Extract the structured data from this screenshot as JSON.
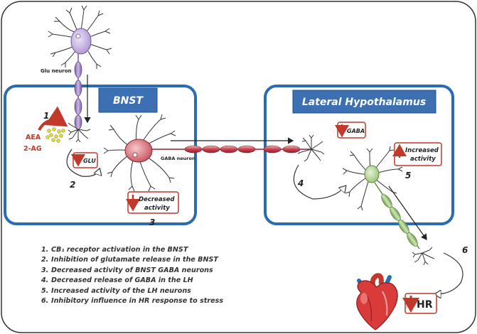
{
  "regions": {
    "bnst": "BNST",
    "lateral_hypothalamus": "Lateral Hypothalamus"
  },
  "neurons": {
    "glu_neuron": "Glu neuron",
    "gaba_neuron": "GABA neuron"
  },
  "endocannabinoids": [
    "AEA",
    "2-AG"
  ],
  "labels": {
    "glu": "GLU",
    "gaba": "GABA",
    "decreased_activity": [
      "Decreased",
      "activity"
    ],
    "increased_activity": [
      "Increased",
      "activity"
    ],
    "hr": "HR"
  },
  "step_markers": [
    "1",
    "2",
    "3",
    "4",
    "5",
    "6"
  ],
  "legend": [
    {
      "num": "1.",
      "text": "CB₁ receptor activation in the BNST"
    },
    {
      "num": "2.",
      "text": "Inhibition of glutamate release in the BNST"
    },
    {
      "num": "3.",
      "text": "Decreased activity of BNST GABA neurons"
    },
    {
      "num": "4.",
      "text": "Decreased release of GABA in the LH"
    },
    {
      "num": "5.",
      "text": "Increased activity of the LH neurons"
    },
    {
      "num": "6.",
      "text": "Inhibitory influence in HR response to stress"
    }
  ],
  "colors": {
    "box_border": "#2b6cb0",
    "title_box": "#3d6fb3",
    "red_accent": "#c0392b",
    "glu_neuron": "#b7a3d6",
    "gaba_neuron": "#d9727a",
    "lh_neuron": "#a9cc86"
  }
}
